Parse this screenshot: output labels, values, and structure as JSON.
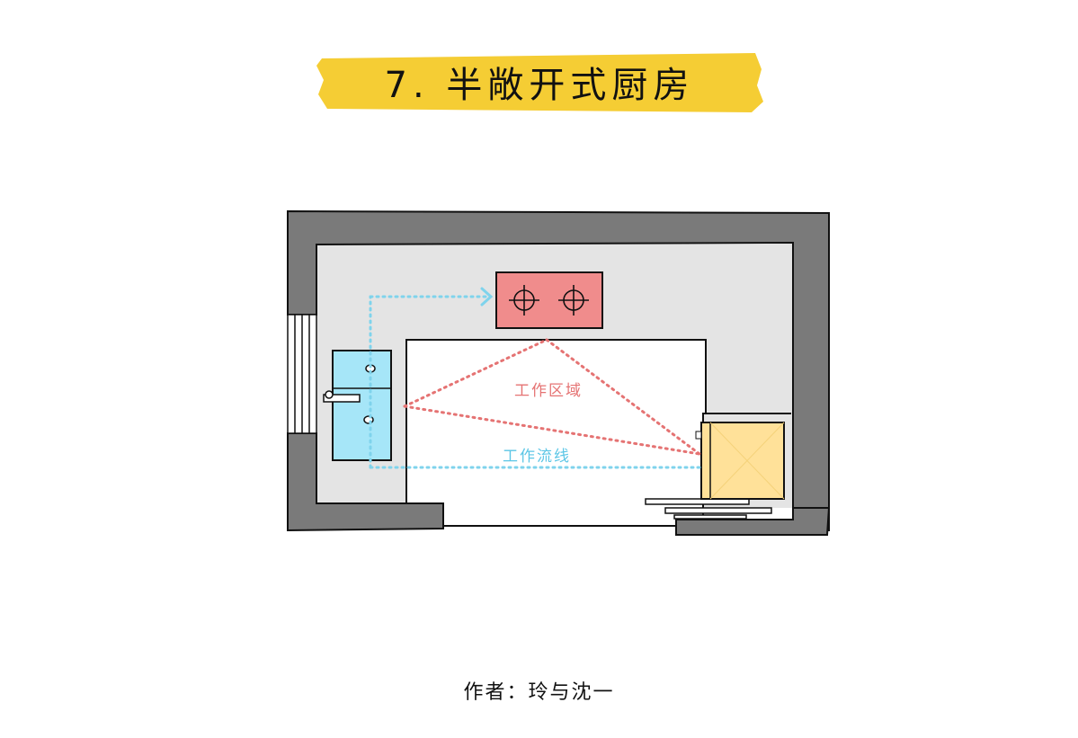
{
  "title": "7. 半敞开式厨房",
  "labels": {
    "work_zone": "工作区域",
    "work_flow": "工作流线"
  },
  "author": "作者：玲与沈一",
  "colors": {
    "banner": "#F5CD34",
    "wall": "#7a7a7a",
    "floor": "#e4e4e4",
    "stove": "#F08C8C",
    "sink": "#A6E6F8",
    "fridge": "#FFE199",
    "work_zone_line": "#E57373",
    "work_flow_line": "#7FD3EC"
  }
}
